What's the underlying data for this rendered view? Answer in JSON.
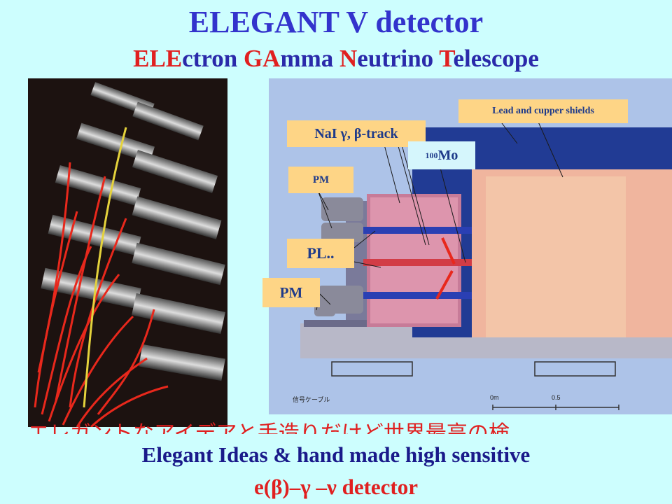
{
  "slide": {
    "title": "ELEGANT V detector",
    "subtitle_parts": [
      {
        "text": "ELE",
        "color": "red"
      },
      {
        "text": "ctron ",
        "color": "blue"
      },
      {
        "text": "GA",
        "color": "red"
      },
      {
        "text": "mma ",
        "color": "blue"
      },
      {
        "text": "N",
        "color": "red"
      },
      {
        "text": "eutrino ",
        "color": "blue"
      },
      {
        "text": "T",
        "color": "red"
      },
      {
        "text": "elescope",
        "color": "blue"
      }
    ],
    "japanese_line": "エレガントなアイデアと手造りだけど世界最高の検",
    "bottom_line1": "Elegant Ideas & hand made high sensitive",
    "bottom_line2": "e(β)–γ –ν detector"
  },
  "diagram": {
    "labels": {
      "lead_shields": "Lead and cupper shields",
      "nai": "NaI γ, β-track",
      "mo_sup": "100",
      "mo": "Mo",
      "pm_top": "PM",
      "pl": "PL..",
      "pm_bottom": "PM"
    },
    "japanese_caption": "信号ケーブル",
    "scale_labels": [
      "0m",
      "0.5"
    ]
  },
  "colors": {
    "background": "#cdfefe",
    "title_blue": "#3333cc",
    "accent_red": "#e02020",
    "label_orange": "#fed586",
    "label_light_blue": "#d5f6fc"
  }
}
